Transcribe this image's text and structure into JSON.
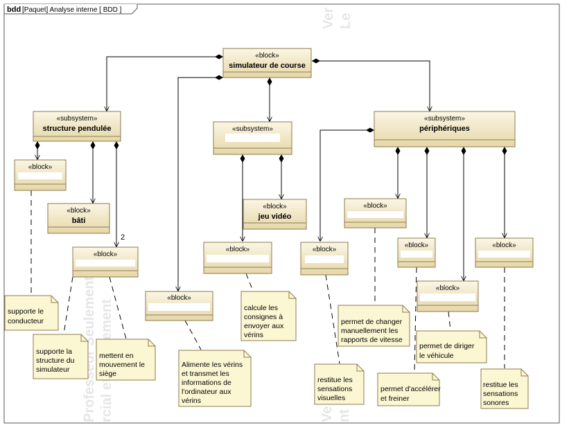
{
  "frame": {
    "kind": "bdd",
    "label": "[Paquet] Analyse interne [ BDD ]"
  },
  "watermarks": [
    "Ver",
    "Le",
    "Professeur Seulement",
    "rcial et strictement",
    "Ve",
    "nt"
  ],
  "root": {
    "stereotype": "«block»",
    "name": "simulateur de course"
  },
  "subsystems": {
    "structure": {
      "stereotype": "«subsystem»",
      "name": "structure pendulée"
    },
    "middle": {
      "stereotype": "«subsystem»",
      "name": ""
    },
    "peripheriques": {
      "stereotype": "«subsystem»",
      "name": "périphériques"
    }
  },
  "blocks": {
    "conducteur": {
      "stereotype": "«block»",
      "name": ""
    },
    "bati": {
      "stereotype": "«block»",
      "name": "bâti"
    },
    "verins": {
      "stereotype": "«block»",
      "name": ""
    },
    "jeu": {
      "stereotype": "«block»",
      "name": "jeu vidéo"
    },
    "calcul": {
      "stereotype": "«block»",
      "name": ""
    },
    "alim": {
      "stereotype": "«block»",
      "name": ""
    },
    "visuel": {
      "stereotype": "«block»",
      "name": ""
    },
    "rapports": {
      "stereotype": "«block»",
      "name": ""
    },
    "pedales": {
      "stereotype": "«block»",
      "name": ""
    },
    "volant": {
      "stereotype": "«block»",
      "name": ""
    },
    "sonore": {
      "stereotype": "«block»",
      "name": ""
    }
  },
  "multiplicity": "2",
  "notes": {
    "conducteur": [
      "supporte le",
      "conducteur"
    ],
    "bati": [
      "supporte la",
      "structure du",
      "simulateur"
    ],
    "verins": [
      "mettent en",
      "mouvement le",
      "siège"
    ],
    "alim": [
      "Alimente les vérins",
      "et transmet les",
      "informations de",
      "l'ordinateur aux",
      "vérins"
    ],
    "calcul": [
      "calcule les",
      "consignes à",
      "envoyer aux",
      "vérins"
    ],
    "visuel": [
      "restitue les",
      "sensations",
      "visuelles"
    ],
    "rapports": [
      "permet de changer",
      "manuellement les",
      "rapports de vitesse"
    ],
    "pedales": [
      "permet d'accélérer",
      "et freiner"
    ],
    "volant": [
      "permet de diriger",
      "le véhicule"
    ],
    "sonore": [
      "restitue les",
      "sensations",
      "sonores"
    ]
  },
  "colors": {
    "block_top": "#fbf6e4",
    "block_bottom": "#e6d7a9",
    "block_border": "#8c7a4c",
    "note_fill": "#fbf7d3",
    "note_border": "#8c7a4c",
    "line": "#000000",
    "watermark": "#e6e6e6"
  }
}
